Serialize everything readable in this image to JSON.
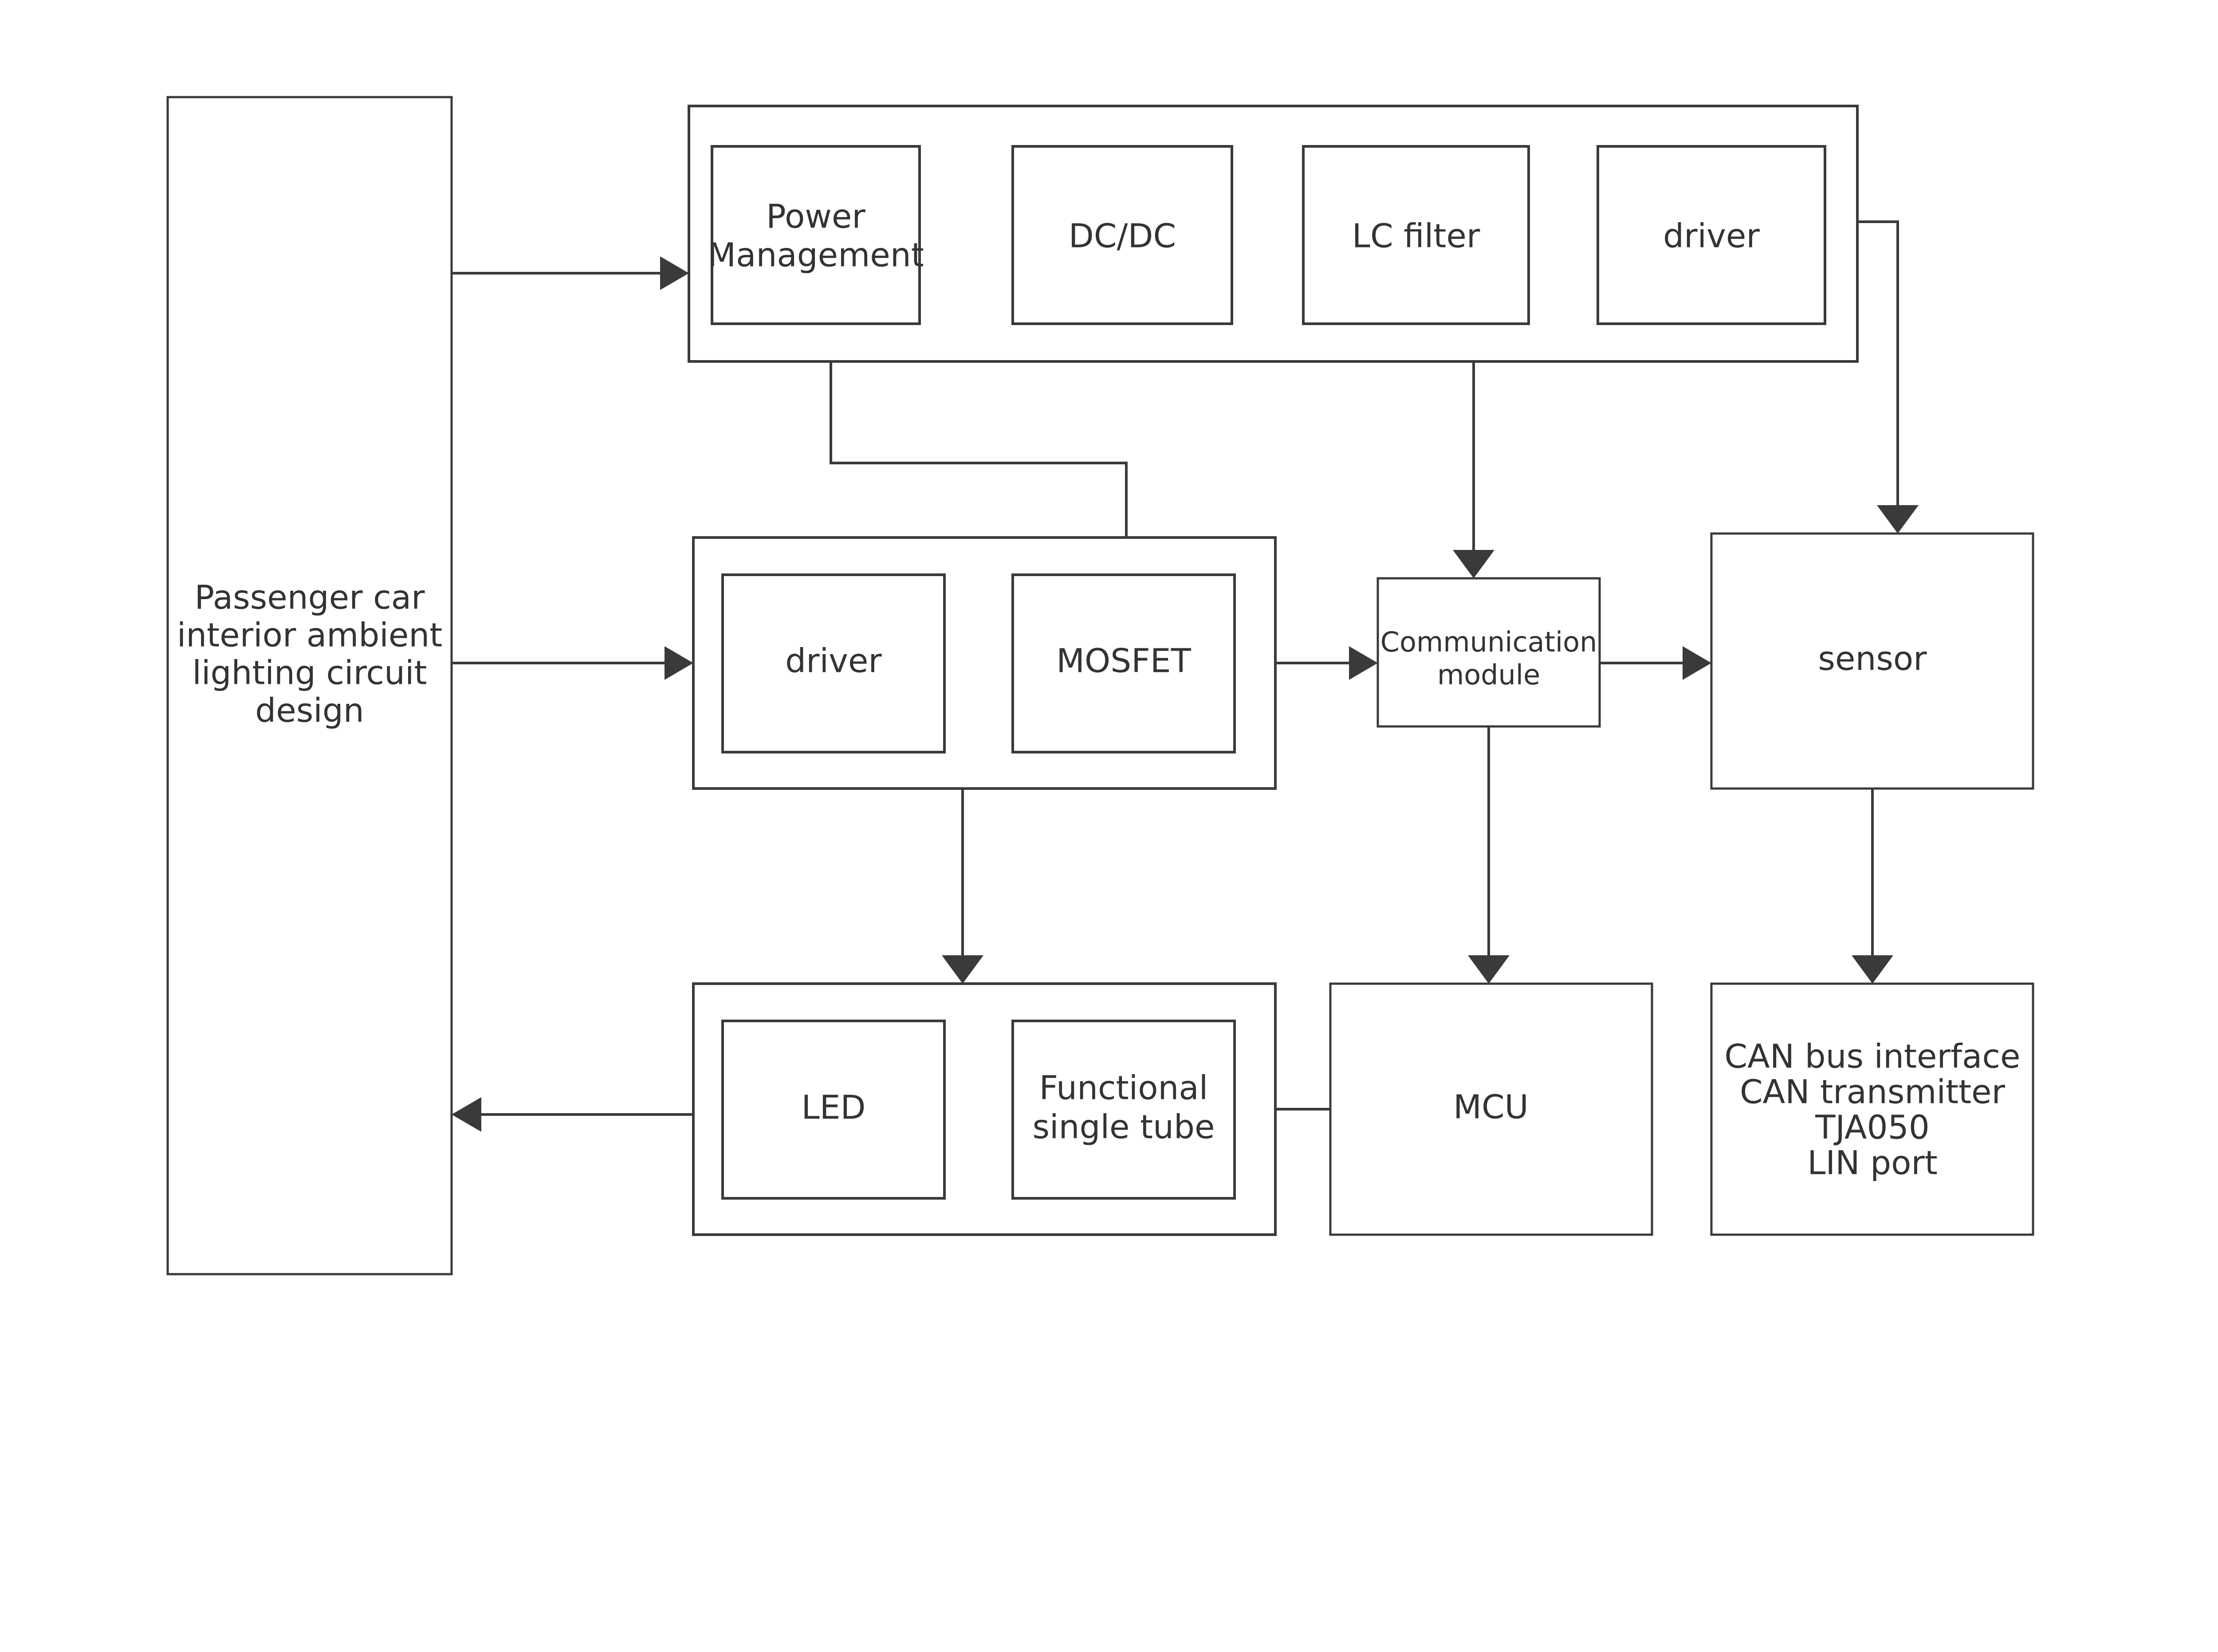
{
  "diagram": {
    "title_block": {
      "lines": [
        "Passenger car",
        "interior ambient",
        "lighting circuit",
        "design"
      ]
    },
    "groups": [
      {
        "name": "power-stage-group",
        "blocks": [
          {
            "label": "Power",
            "label2": "Management"
          },
          {
            "label": "DC/DC"
          },
          {
            "label": "LC filter"
          },
          {
            "label": "driver"
          }
        ]
      },
      {
        "name": "drive-stage-group",
        "blocks": [
          {
            "label": "driver"
          },
          {
            "label": "MOSFET"
          }
        ]
      },
      {
        "name": "light-output-group",
        "blocks": [
          {
            "label": "LED"
          },
          {
            "label": "Functional",
            "label2": "single tube"
          }
        ]
      }
    ],
    "standalone_blocks": [
      {
        "name": "communication-module",
        "lines": [
          "Communication",
          "module"
        ]
      },
      {
        "name": "sensor",
        "lines": [
          "sensor"
        ]
      },
      {
        "name": "mcu",
        "lines": [
          "MCU"
        ]
      },
      {
        "name": "can-interface",
        "lines": [
          "CAN bus interface",
          "CAN transmitter",
          "TJA050",
          "LIN port"
        ]
      }
    ],
    "labels": {
      "power_management_l1": "Power",
      "power_management_l2": "Management",
      "dcdc": "DC/DC",
      "lc_filter": "LC filter",
      "driver_top": "driver",
      "driver_mid": "driver",
      "mosfet": "MOSFET",
      "led": "LED",
      "functional_l1": "Functional",
      "functional_l2": "single tube",
      "comm_l1": "Communication",
      "comm_l2": "module",
      "sensor": "sensor",
      "mcu": "MCU",
      "can_l1": "CAN bus interface",
      "can_l2": "CAN transmitter",
      "can_l3": "TJA050",
      "can_l4": "LIN port",
      "main_l1": "Passenger car",
      "main_l2": "interior ambient",
      "main_l3": "lighting circuit",
      "main_l4": "design"
    },
    "colors": {
      "stroke": "#3a3a3a",
      "text": "#333333",
      "background": "#ffffff"
    }
  }
}
